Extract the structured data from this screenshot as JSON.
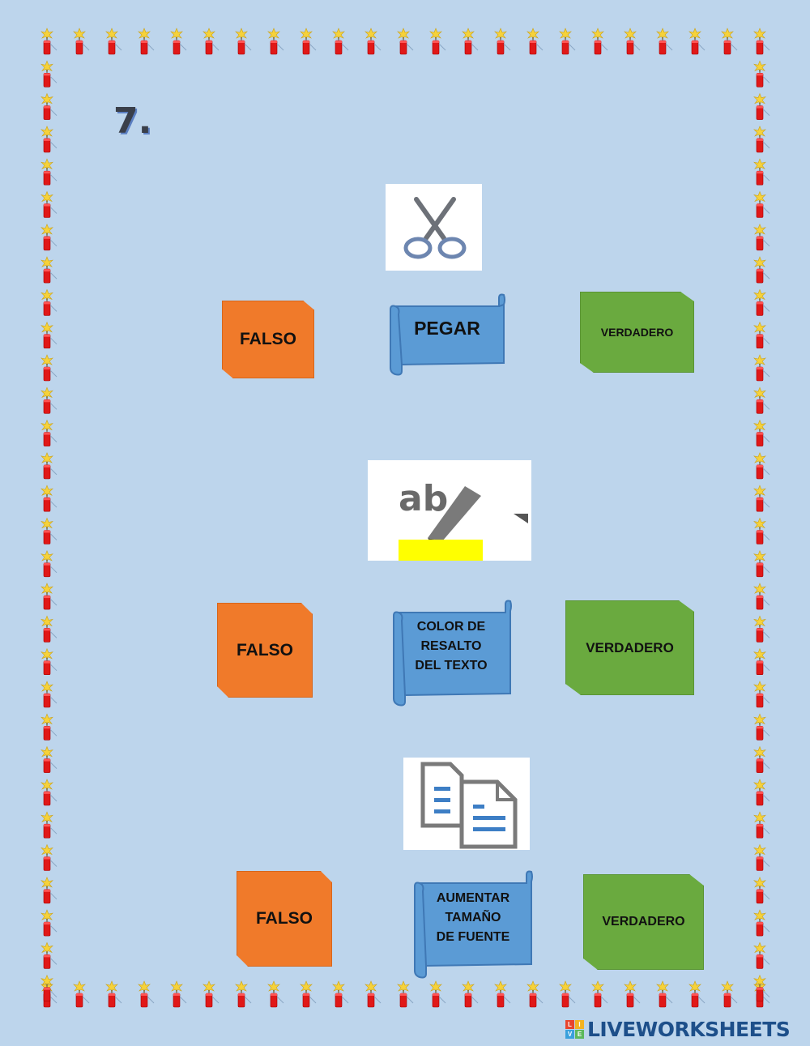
{
  "question_number": "7.",
  "sections": [
    {
      "icon": "scissors-icon",
      "option_false": "FALSO",
      "statement": "PEGAR",
      "option_true": "VERDADERO"
    },
    {
      "icon": "highlight-text-color-icon",
      "option_false": "FALSO",
      "statement": "COLOR DE RESALTO DEL TEXTO",
      "option_true": "VERDADERO"
    },
    {
      "icon": "copy-icon",
      "option_false": "FALSO",
      "statement": "AUMENTAR TAMAÑO DE FUENTE",
      "option_true": "VERDADERO"
    }
  ],
  "footer": {
    "brand": "LIVEWORKSHEETS",
    "brand_mark_letters": [
      "L",
      "I",
      "V",
      "E"
    ]
  },
  "colors": {
    "background": "#bdd5ec",
    "false_tile": "#f07a2a",
    "true_tile": "#6aaa3f",
    "statement_scroll": "#5b9bd5",
    "border_candle": "#e01818"
  }
}
